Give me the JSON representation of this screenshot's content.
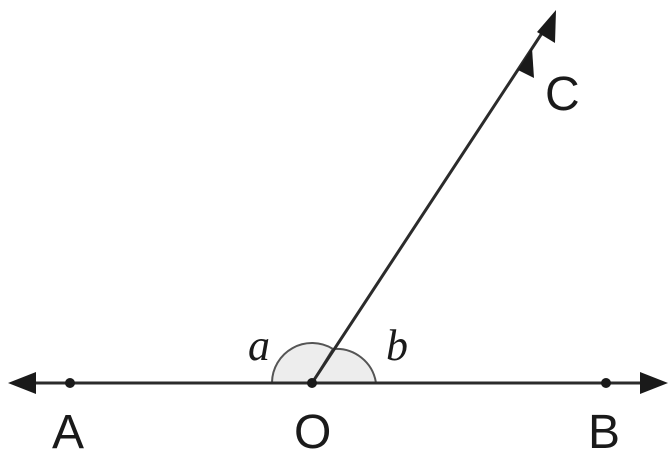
{
  "diagram": {
    "points": {
      "A": "A",
      "B": "B",
      "C": "C",
      "O": "O"
    },
    "angles": {
      "a": "a",
      "b": "b"
    }
  }
}
